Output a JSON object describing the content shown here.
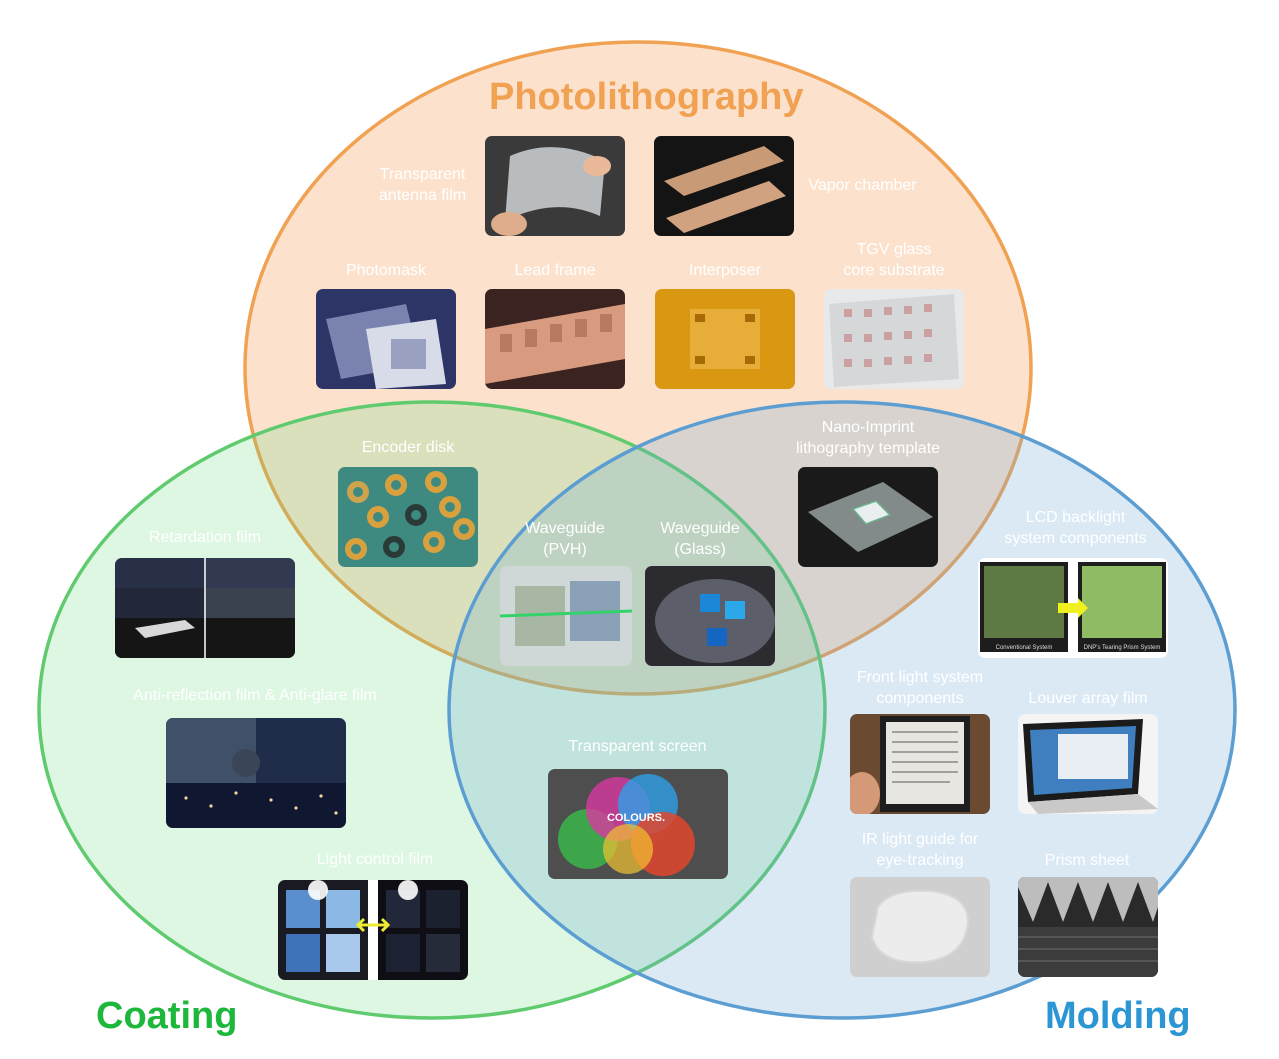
{
  "titles": {
    "photolithography": "Photolithography",
    "coating": "Coating",
    "molding": "Molding"
  },
  "colors": {
    "photolithography": "#F0A152",
    "coating": "#1DB83B",
    "molding": "#2B96D3",
    "photolithography_fill": "#FCE4D3",
    "coating_fill": "#DBF6DF",
    "molding_fill": "#D8E7F3"
  },
  "labels": {
    "transparent_antenna_film": [
      "Transparent",
      "antenna film"
    ],
    "vapor_chamber": [
      "Vapor chamber"
    ],
    "photomask": [
      "Photomask"
    ],
    "lead_frame": [
      "Lead frame"
    ],
    "interposer": [
      "Interposer"
    ],
    "tgv_glass": [
      "TGV glass",
      "core substrate"
    ],
    "encoder_disk": [
      "Encoder disk"
    ],
    "nano_imprint": [
      "Nano-Imprint",
      "lithography template"
    ],
    "retardation_film": [
      "Retardation film"
    ],
    "waveguide_pvh": [
      "Waveguide",
      "(PVH)"
    ],
    "waveguide_glass": [
      "Waveguide",
      "(Glass)"
    ],
    "lcd_backlight": [
      "LCD backlight",
      "system components"
    ],
    "anti_reflection": [
      "Anti-reflection film & Anti-glare film"
    ],
    "front_light": [
      "Front light system",
      "components"
    ],
    "louver_array": [
      "Louver array film"
    ],
    "transparent_screen": [
      "Transparent screen"
    ],
    "light_control": [
      "Light control film"
    ],
    "ir_light_guide": [
      "IR light guide for",
      "eye-tracking"
    ],
    "prism_sheet": [
      "Prism sheet"
    ]
  },
  "image_text": {
    "transparent_screen": "COLOURS.",
    "lcd_caption_left": "Conventional System",
    "lcd_caption_right": "DNP's Tearing Prism System"
  }
}
